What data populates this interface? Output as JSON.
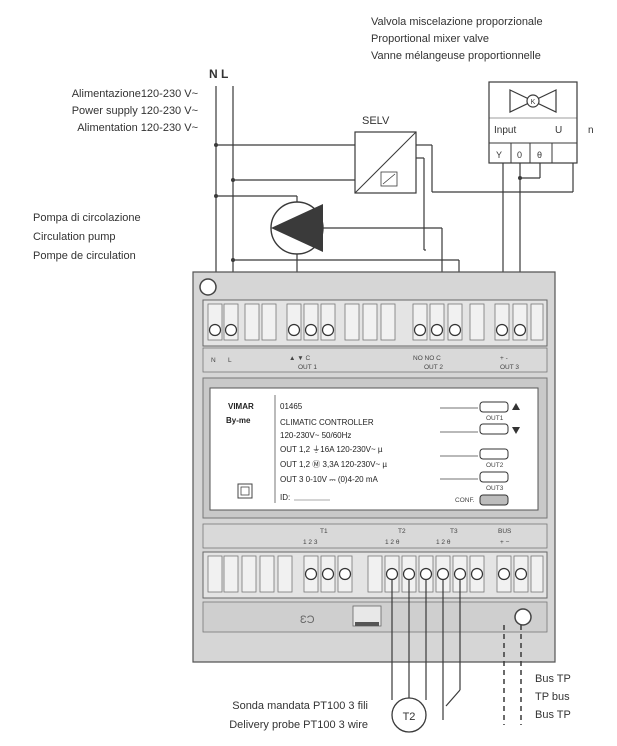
{
  "labels": {
    "valve": [
      "Valvola miscelazione proporzionale",
      "Proportional mixer valve",
      "Vanne mélangeuse proportionnelle"
    ],
    "supply": [
      "Alimentazione120-230 V~",
      "Power supply 120-230 V~",
      "Alimentation 120-230 V~"
    ],
    "pump": [
      "Pompa di circolazione",
      "Circulation pump",
      "Pompe de circulation"
    ],
    "probe": [
      "Sonda mandata PT100 3 fili",
      "Delivery probe PT100 3 wire"
    ],
    "bus": [
      "Bus TP",
      "TP bus",
      "Bus TP"
    ],
    "nl": "N L",
    "selv": "SELV",
    "t2": "T2",
    "n": "n"
  },
  "valve_box": {
    "input": "Input",
    "u": "U",
    "y": "Y",
    "zero": "0",
    "theta": "θ"
  },
  "top_terminals": {
    "n": "N",
    "l": "L",
    "out1_symbols": "▲ ▼ C",
    "out1": "OUT 1",
    "out2_symbols": "NO NO C",
    "out2": "OUT 2",
    "out3_symbols": "+ -",
    "out3": "OUT 3"
  },
  "panel": {
    "brand": "VIMAR",
    "series": "By-me",
    "code": "01465",
    "lines": [
      "CLIMATIC CONTROLLER",
      "120-230V~ 50/60Hz",
      "OUT 1,2 ⏚16A 120-230V~ µ",
      "OUT 1,2 Ⓜ 3,3A 120-230V~ µ",
      "OUT 3  0-10V ⎓ (0)4-20 mA"
    ],
    "id": "ID:",
    "out1": "OUT1",
    "out2": "OUT2",
    "out3": "OUT3",
    "conf": "CONF."
  },
  "bottom_terminals": {
    "t1": "T1",
    "t2": "T2",
    "t3": "T3",
    "bus": "BUS",
    "t1_nums": "1  2  3",
    "t2_nums": "1  2  θ",
    "t3_nums": "1  2  θ",
    "bus_pm": "+  −"
  },
  "colors": {
    "line": "#3a3a3a",
    "device": "#cfcfcf",
    "device_dark": "#9a9a9a",
    "panel": "#ffffff"
  }
}
